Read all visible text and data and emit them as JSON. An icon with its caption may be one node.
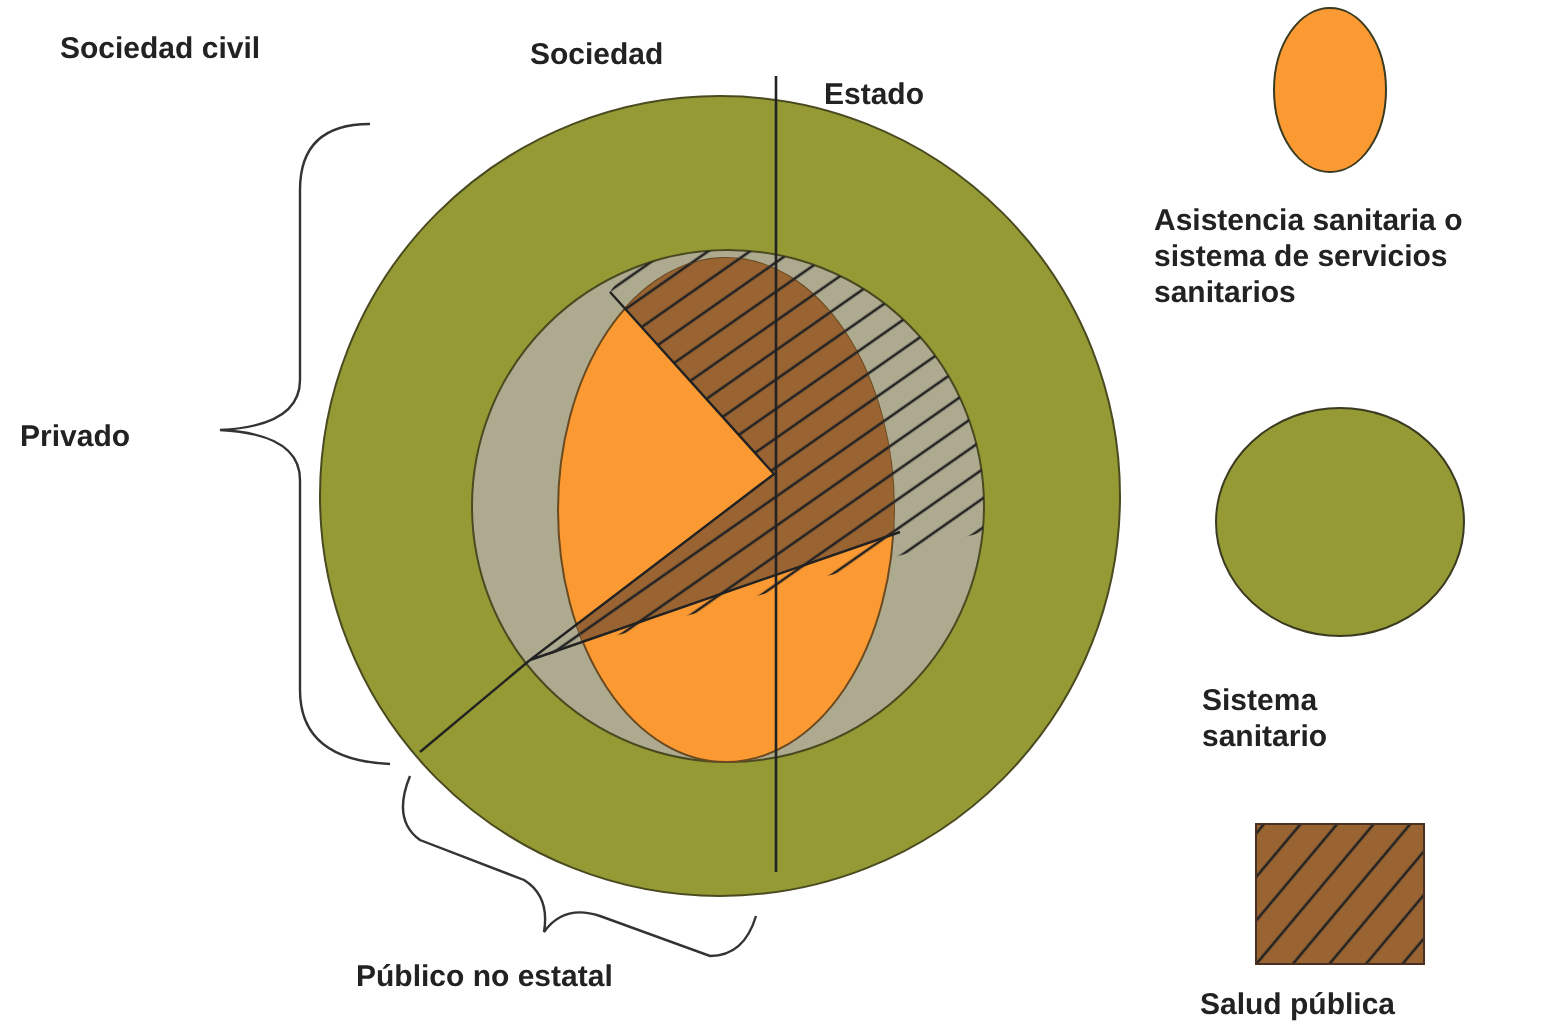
{
  "diagram": {
    "labels": [
      "Sociedad civil",
      "Sociedad",
      "Estado",
      "Privado",
      "Público no estatal"
    ],
    "legend": [
      {
        "text": "Asistencia sanitaria o sistema de servicios sanitarios",
        "color": "#fb9a33"
      },
      {
        "text": "Sistema sanitario",
        "color": "#959a35"
      },
      {
        "text": "Salud pública"
      }
    ]
  }
}
